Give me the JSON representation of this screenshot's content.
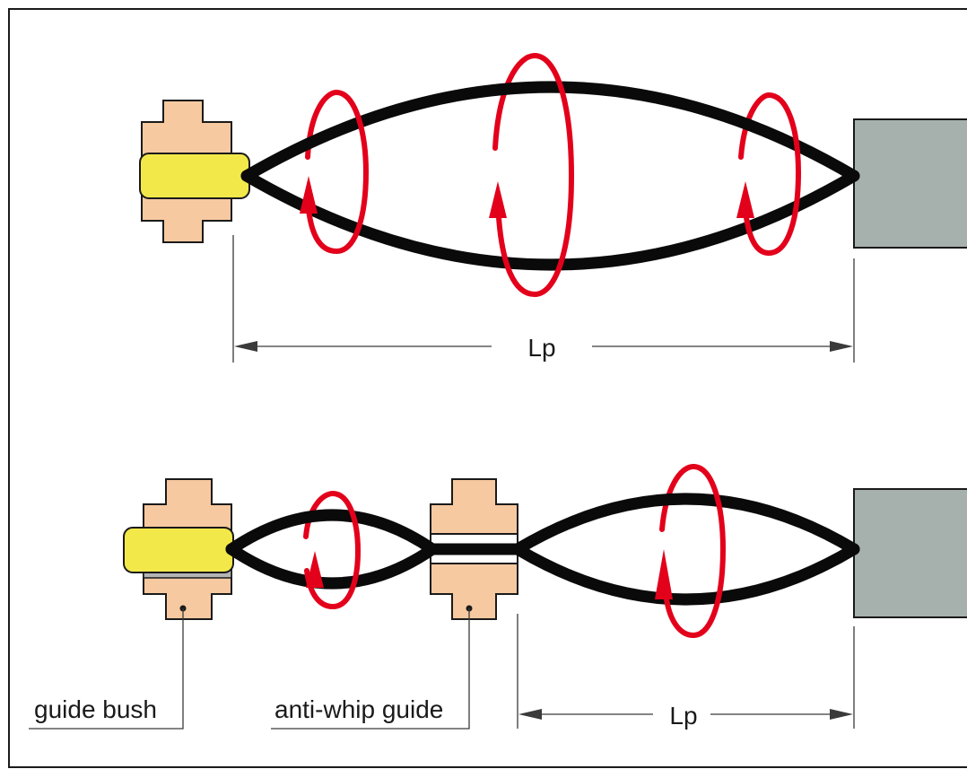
{
  "top_dimension_label": "Lp",
  "bottom_dimension_label": "Lp",
  "guide_bush_label": "guide bush",
  "anti_whip_label": "anti-whip guide",
  "colors": {
    "whirl": "#e3001b",
    "rope": "#0a0a0a",
    "bush": "#f7c9a0",
    "clamp": "#f2e84a",
    "block": "#a6b1ad"
  },
  "icons": {
    "rotation": "rotation-arrow-icon"
  }
}
